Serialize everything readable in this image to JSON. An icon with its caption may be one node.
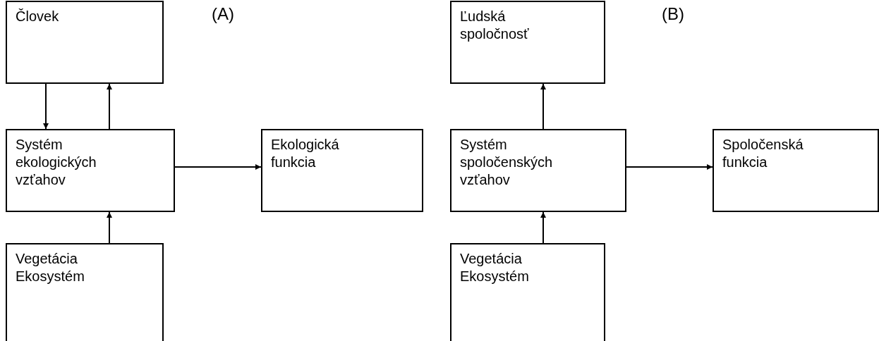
{
  "diagram": {
    "nodes": [
      {
        "text": [
          "Človek"
        ]
      },
      {
        "text": [
          "Systém ekologických vzťahov"
        ]
      },
      {
        "text": [
          "Ekologická funkcia"
        ]
      },
      {
        "text": [
          "Vegetácia Ekosystém"
        ]
      },
      {
        "text": [
          "Ľudská spoločnosť"
        ]
      },
      {
        "text": [
          "Systém spoločenských vzťahov"
        ]
      },
      {
        "text": [
          "Spoločenská funkcia"
        ]
      },
      {
        "text": [
          "Vegetácia Ekosystém"
        ]
      }
    ],
    "edges": [
      {
        "from": 0,
        "to": 1,
        "arrow": "to"
      },
      {
        "from": 1,
        "to": 0,
        "arrow": "to"
      },
      {
        "from": 3,
        "to": 1,
        "arrow": "to"
      },
      {
        "from": 1,
        "to": 2,
        "arrow": "to"
      },
      {
        "from": 5,
        "to": 4,
        "arrow": "to"
      },
      {
        "from": 7,
        "to": 5,
        "arrow": "to"
      },
      {
        "from": 5,
        "to": 6,
        "arrow": "to"
      }
    ],
    "labels": [
      "(A)",
      "(B)"
    ]
  }
}
